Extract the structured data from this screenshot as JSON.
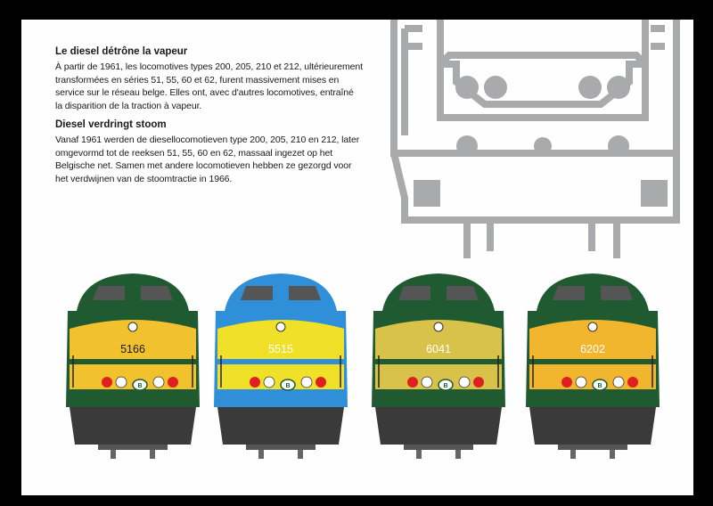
{
  "french": {
    "heading": "Le diesel détrône la vapeur",
    "body": "À partir de 1961, les locomotives types 200, 205, 210 et 212, ultérieurement transformées en séries 51, 55, 60 et 62, furent massivement mises en service sur le réseau belge. Elles ont, avec d'autres locomotives, entraîné la disparition de la traction à vapeur."
  },
  "dutch": {
    "heading": "Diesel verdringt stoom",
    "body": "Vanaf 1961 werden de diesellocomotieven type 200, 205, 210 en 212, later omgevormd tot de reeksen 51, 55, 60 en 62, massaal ingezet op het Belgische net. Samen met andere locomotieven hebben ze gezorgd voor het verdwijnen van de stoomtractie in 1966."
  },
  "locomotives": [
    {
      "number": "5166",
      "body_color": "#1f5a30",
      "panel_color": "#f2c12e",
      "number_color": "#1a1a1a"
    },
    {
      "number": "5515",
      "body_color": "#2f8fd8",
      "panel_color": "#f0e028",
      "number_color": "#ffffff"
    },
    {
      "number": "6041",
      "body_color": "#1f5a30",
      "panel_color": "#d9c24a",
      "number_color": "#ffffff"
    },
    {
      "number": "6202",
      "body_color": "#1f5a30",
      "panel_color": "#f2b52e",
      "number_color": "#ffffff"
    }
  ],
  "logo_letter": "B",
  "colors": {
    "outline_gray": "#a9aaab",
    "undercarriage": "#3a3a3a",
    "red_lamp": "#e02020"
  }
}
